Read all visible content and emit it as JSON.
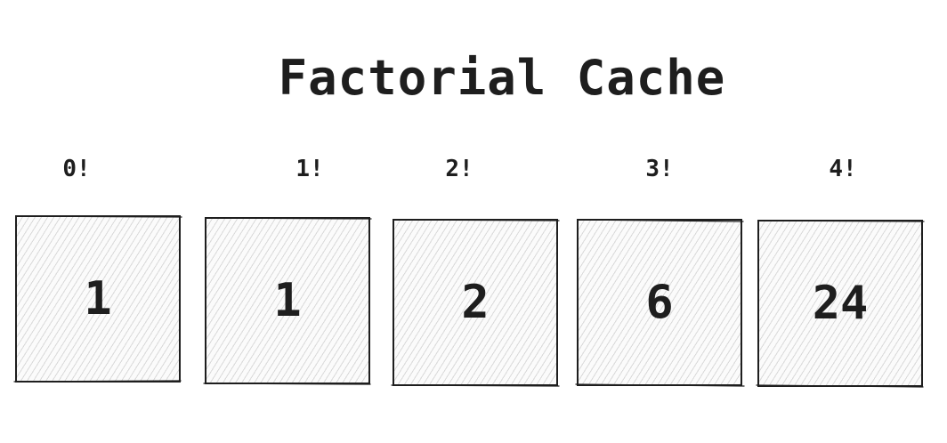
{
  "title": "Factorial Cache",
  "cells": [
    {
      "label": "0!",
      "value": "1"
    },
    {
      "label": "1!",
      "value": "1"
    },
    {
      "label": "2!",
      "value": "2"
    },
    {
      "label": "3!",
      "value": "6"
    },
    {
      "label": "4!",
      "value": "24"
    }
  ]
}
